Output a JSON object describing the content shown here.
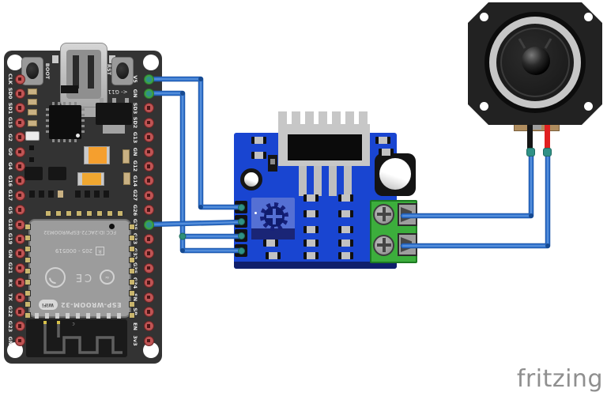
{
  "canvas": {
    "background": "#ffffff"
  },
  "logo": {
    "text": "fritzing",
    "color": "#8f8f8f"
  },
  "esp32": {
    "name": "ESP32 development board",
    "boot_label": "BOOT",
    "rst_label": "RST",
    "reg_label": "<- G11",
    "left_pins": [
      "CLK",
      "SD0",
      "SD1",
      "G15",
      "G2",
      "G0",
      "G4",
      "G16",
      "G17",
      "G5",
      "G18",
      "G19",
      "GN",
      "G21",
      "RX",
      "TX",
      "G22",
      "G23",
      "GN"
    ],
    "right_pins": [
      "V5",
      "GN",
      "SD3",
      "SD2",
      "G13",
      "GN",
      "G12",
      "G14",
      "G27",
      "G26",
      "G25",
      "G33",
      "G32",
      "G35",
      "G34",
      "SN",
      "SP",
      "EN",
      "3v3"
    ],
    "right_connected_pins": [
      "V5",
      "GN",
      "G25"
    ],
    "module": {
      "fcc_line": "FCC ID:2AC72-ESPWROOM32",
      "serial_line": "205 - 000519",
      "r_mark": "R",
      "ce_mark": "CE",
      "wifi_mark": "WiFi",
      "model": "ESP-WROOM-32",
      "antenna_mark": "c"
    },
    "colors": {
      "board": "#333333",
      "pin_red": "#a94444",
      "pin_green": "#3fa045",
      "module_can": "#9c9c9c"
    }
  },
  "amplifier": {
    "name": "audio amplifier module",
    "left_pin_count": 4,
    "terminal_port_count": 2,
    "colors": {
      "board": "#1945d1",
      "terminal": "#3cae3c",
      "heatsink": "#c7c7c7",
      "potentiometer": "#5570d4"
    }
  },
  "speaker": {
    "name": "loudspeaker",
    "lead_left_color": "black",
    "lead_right_color": "red",
    "colors": {
      "frame": "#222222",
      "surround_ring": "#c6c6c6",
      "lead_black": "#151515",
      "lead_red": "#e02020"
    }
  },
  "wires": {
    "color": "#3273cf",
    "connections": [
      {
        "id": "w1",
        "from": "esp32-pin-V5",
        "to": "amp-left-pin-1"
      },
      {
        "id": "w2",
        "from": "esp32-pin-GN",
        "to": "amp-left-pin-3"
      },
      {
        "id": "w3",
        "from": "amp-left-pin-3-junction",
        "to": "amp-left-pin-4"
      },
      {
        "id": "w4",
        "from": "esp32-pin-G25",
        "to": "amp-left-pin-2"
      },
      {
        "id": "w5",
        "from": "amp-terminal-top",
        "to": "speaker-lead-black"
      },
      {
        "id": "w6",
        "from": "amp-terminal-bottom",
        "to": "speaker-lead-red"
      }
    ]
  }
}
